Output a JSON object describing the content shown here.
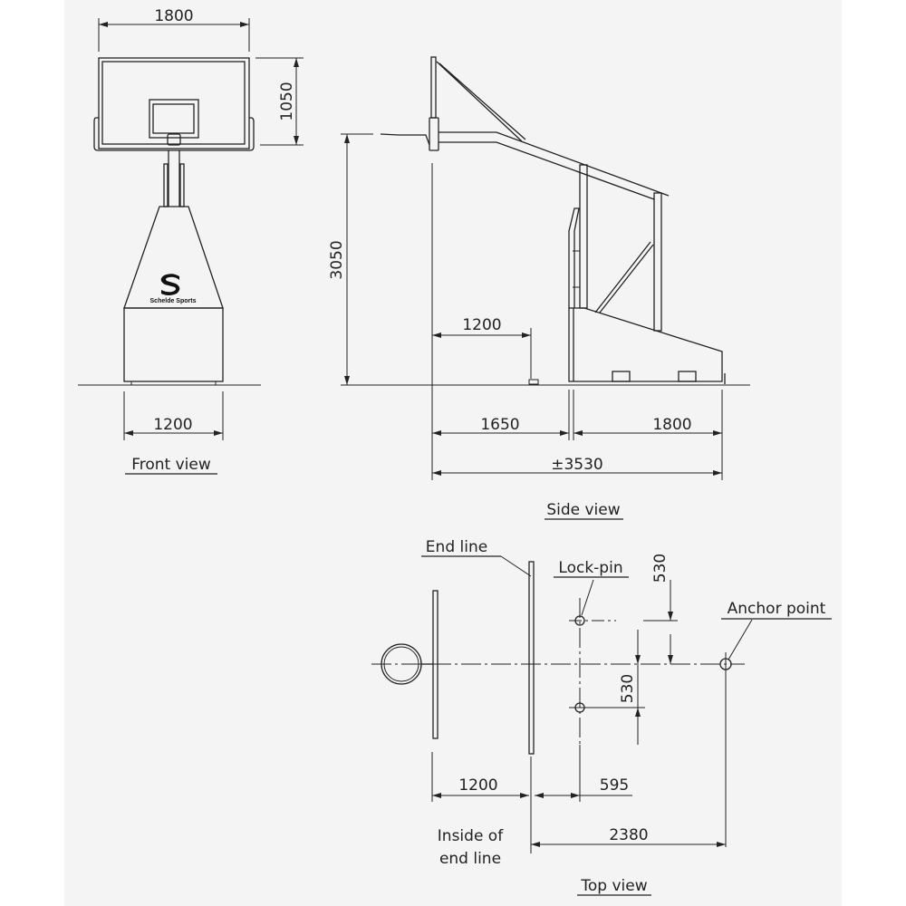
{
  "colors": {
    "background": "#f4f4f4",
    "line": "#222222"
  },
  "front_view": {
    "title": "Front view",
    "dim_width": "1800",
    "dim_height": "1050",
    "dim_base": "1200",
    "logo_text": "Schelde Sports"
  },
  "side_view": {
    "title": "Side view",
    "dim_height": "3050",
    "dim_overhang": "1200",
    "dim_front": "1650",
    "dim_base": "1800",
    "dim_total": "±3530"
  },
  "top_view": {
    "title": "Top view",
    "label_end_line": "End line",
    "label_lock_pin": "Lock-pin",
    "label_anchor": "Anchor point",
    "label_inside_1": "Inside of",
    "label_inside_2": "end line",
    "dim_pin_upper": "530",
    "dim_pin_lower": "530",
    "dim_overhang": "1200",
    "dim_pin_offset": "595",
    "dim_anchor": "2380"
  }
}
